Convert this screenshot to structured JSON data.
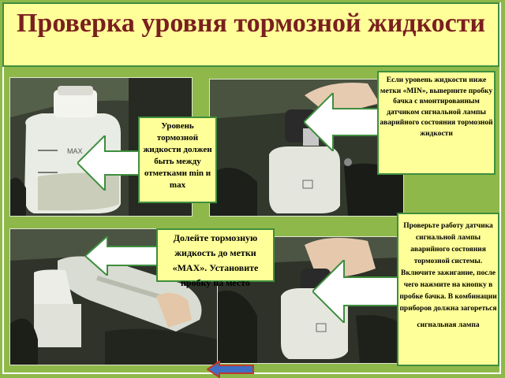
{
  "title": "Проверка уровня тормозной жидкости",
  "photos": {
    "p1_max_label": "MAX"
  },
  "callouts": {
    "c1": "Уровень тормозной жидкости должен быть между отметками min и max",
    "c2": "Если уровень жидкости ниже метки «MIN», выверните пробку бачка с вмонтированным датчиком сигнальной лампы аварийного состояния тормозной жидкости",
    "c3": "Долейте тормозную жидкость до метки «MAX». Установите пробку на место",
    "c4_main": "Проверьте работу датчика сигнальной лампы аварийного состояния тормозной системы. Включите зажигание, после чего нажмите на кнопку в пробке бачка. В комбинации приборов должна загореться",
    "c4_tail": "сигнальная лампа"
  },
  "colors": {
    "background": "#8fb84a",
    "callout_fill": "#ffff99",
    "callout_border": "#3e8e3e",
    "title_text": "#7a1f1f",
    "nav_arrow_fill": "#3e6fc4",
    "nav_arrow_border": "#c0392b"
  },
  "icons": {
    "nav": "back-arrow-icon"
  }
}
